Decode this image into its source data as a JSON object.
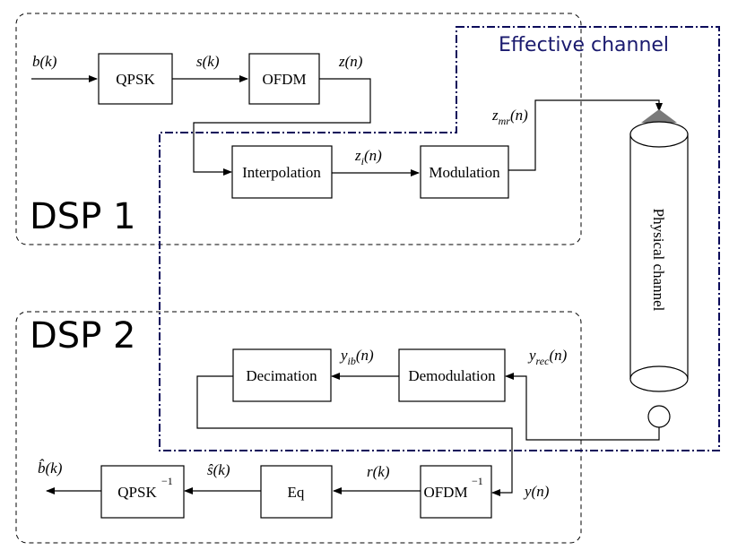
{
  "regions": {
    "dsp1": "DSP 1",
    "dsp2": "DSP 2",
    "effective_channel": "Effective channel"
  },
  "blocks": {
    "qpsk": "QPSK",
    "ofdm": "OFDM",
    "interpolation": "Interpolation",
    "modulation": "Modulation",
    "physical_channel": "Physical channel",
    "decimation": "Decimation",
    "demodulation": "Demodulation",
    "qpsk_inv": "QPSK",
    "eq": "Eq",
    "ofdm_inv": "OFDM",
    "inverse_exponent": "−1"
  },
  "signals": {
    "b_k": "b(k)",
    "s_k": "s(k)",
    "z_n": "z(n)",
    "z_i": {
      "base": "z",
      "sub": "i",
      "arg": "(n)"
    },
    "z_mr": {
      "base": "z",
      "sub": "mr",
      "arg": "(n)"
    },
    "y_rec": {
      "base": "y",
      "sub": "rec",
      "arg": "(n)"
    },
    "y_ib": {
      "base": "y",
      "sub": "ib",
      "arg": "(n)"
    },
    "y_n": "y(n)",
    "r_k": "r(k)",
    "s_hat_k": "ŝ(k)",
    "b_hat_k": "b̂(k)"
  }
}
